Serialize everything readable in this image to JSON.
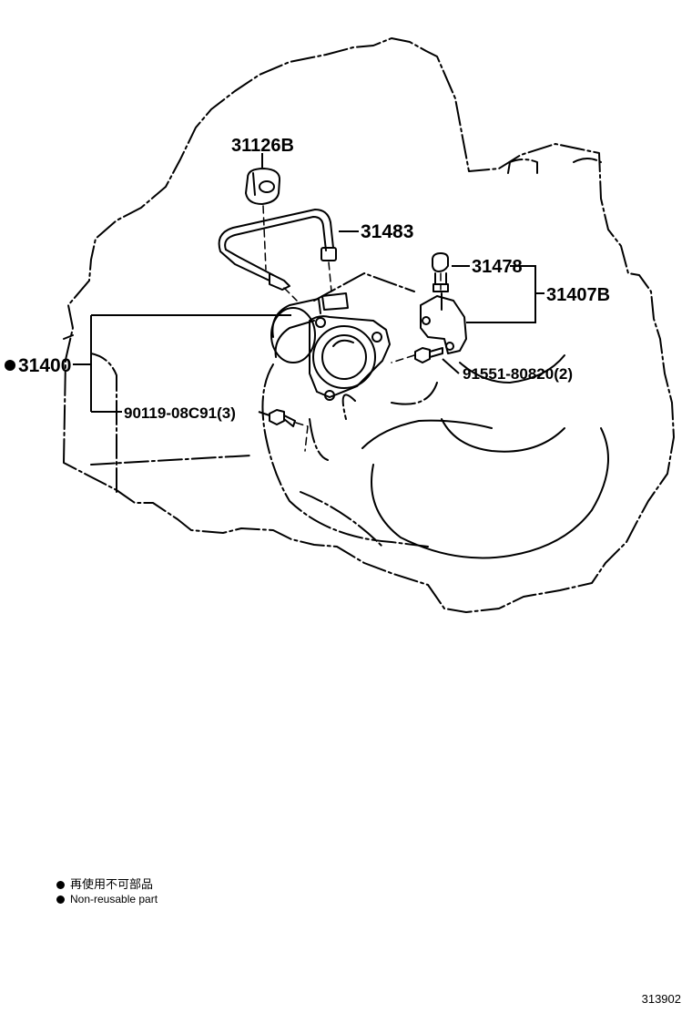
{
  "parts": {
    "p31126B": "31126B",
    "p31483": "31483",
    "p31478": "31478",
    "p31407B": "31407B",
    "p31400": "31400",
    "p91551": "91551-80820(2)",
    "p90119": "90119-08C91(3)"
  },
  "legend": {
    "japanese": "再使用不可部品",
    "english": "Non-reusable part"
  },
  "figure_number": "313902",
  "colors": {
    "line": "#000000",
    "background": "#ffffff"
  }
}
